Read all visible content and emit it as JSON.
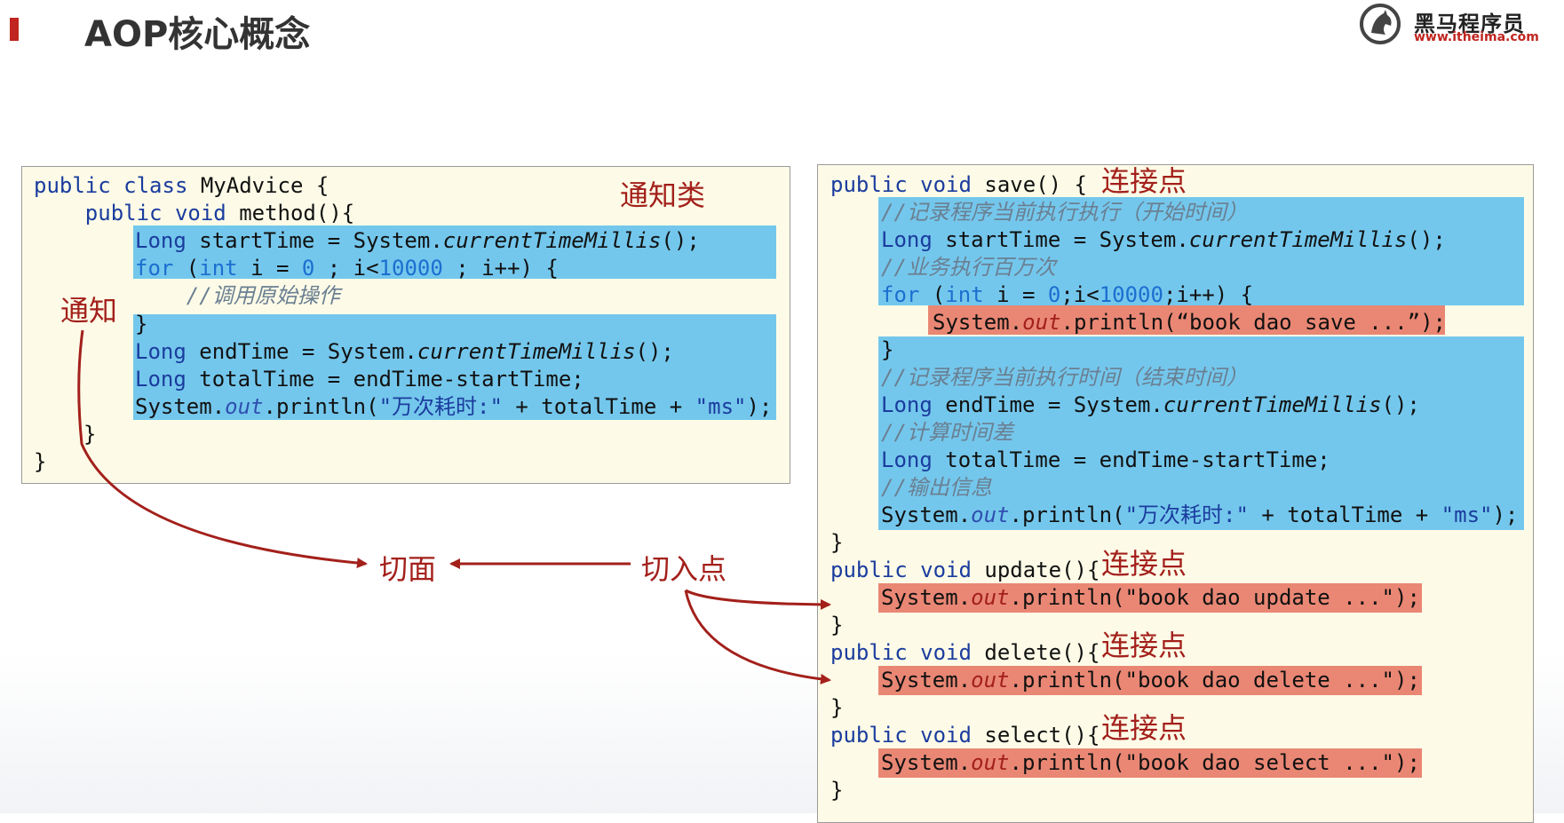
{
  "header": {
    "title": "AOP核心概念",
    "logo_name": "黑马程序员",
    "logo_url": "www.itheima.com",
    "logo_icon": "horse-head-icon"
  },
  "left_panel": {
    "label": "通知类",
    "code": [
      "public class MyAdvice {",
      "    public void method(){",
      "Long startTime = System.currentTimeMillis();",
      "for (int i = 0 ; i<10000 ; i++) {",
      "    //调用原始操作",
      "}",
      "Long endTime = System.currentTimeMillis();",
      "Long totalTime = endTime-startTime;",
      "System.out.println(\"万次耗时:\" + totalTime + \"ms\");",
      "    }",
      "}"
    ]
  },
  "labels": {
    "advice": "通知",
    "aspect": "切面",
    "pointcut": "切入点",
    "joinpoint": "连接点"
  },
  "right_panel": {
    "code": [
      "public void save() {",
      "    //记录程序当前执行执行（开始时间）",
      "    Long startTime = System.currentTimeMillis();",
      "    //业务执行百万次",
      "    for (int i = 0;i<10000;i++) {",
      "        System.out.println(“book dao save ...”);",
      "    }",
      "    //记录程序当前执行时间（结束时间）",
      "    Long endTime = System.currentTimeMillis();",
      "    //计算时间差",
      "    Long totalTime = endTime-startTime;",
      "    //输出信息",
      "    System.out.println(\"万次耗时:\" + totalTime + \"ms\");",
      "}",
      "public void update(){",
      "    System.out.println(\"book dao update ...\");",
      "}",
      "public void delete(){",
      "    System.out.println(\"book dao delete ...\");",
      "}",
      "public void select(){",
      "    System.out.println(\"book dao select ...\");",
      "}"
    ]
  },
  "colors": {
    "highlight_blue": "#74c7ec",
    "highlight_salmon": "#e98774",
    "label_red": "#a3201b",
    "panel_bg": "#fdfbe7"
  }
}
